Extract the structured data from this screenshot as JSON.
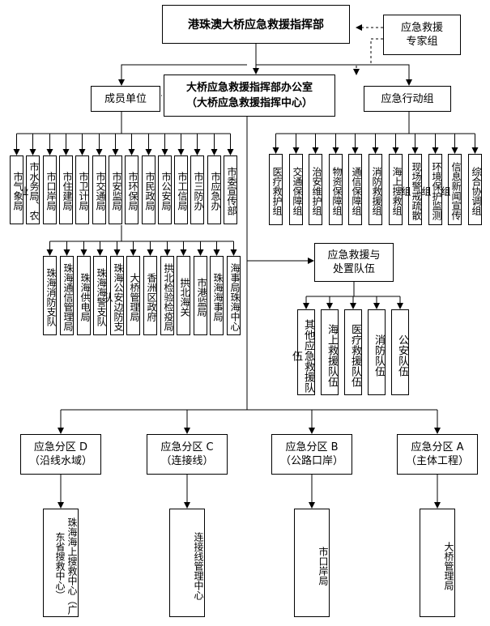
{
  "hq": "港珠澳大桥应急救援指挥部",
  "experts": "应急救援\n专家组",
  "office": "大桥应急救援指挥部办公室\n（大桥应急救援指挥中心）",
  "members_label": "成员单位",
  "action_label": "应急行动组",
  "members_row1": [
    "市委宣传部",
    "市应急办",
    "市三防办",
    "市工信局",
    "市公安局",
    "市民政局",
    "市环保局",
    "市安监局",
    "市交通局",
    "市卫计局",
    "市住建局",
    "市口岸局",
    "市水务局、农业",
    "市气象局"
  ],
  "members_row2": [
    "海事局珠海中心",
    "珠海海事局",
    "市港监局",
    "拱北海关",
    "拱北检验检疫局",
    "香洲区政府",
    "大桥管理局",
    "珠海公安边防支队",
    "珠海海警支队",
    "珠海供电局",
    "珠海通信管理局",
    "珠海消防支队"
  ],
  "groups": [
    "综合协调组",
    "信息新闻宣传组",
    "环境保护监测组",
    "现场警戒疏散组",
    "海上搜救组",
    "消防救援组",
    "通信保障组",
    "物资保障组",
    "治安维护组",
    "交通保障组",
    "医疗救护组"
  ],
  "rescue_team": "应急救援与\n处置队伍",
  "teams": [
    "公安队伍",
    "消防队伍",
    "医疗救援队伍",
    "海上救援队伍",
    "其他应急救援队伍"
  ],
  "districts": [
    {
      "name": "应急分区 A",
      "sub": "（主体工程）",
      "unit": "大桥管理局"
    },
    {
      "name": "应急分区 B",
      "sub": "（公路口岸）",
      "unit": "市口岸局"
    },
    {
      "name": "应急分区 C",
      "sub": "（连接线）",
      "unit": "连接线管理中心"
    },
    {
      "name": "应急分区 D",
      "sub": "（沿线水域）",
      "unit": "珠海海上搜救中心（广东省搜救中心）"
    }
  ]
}
